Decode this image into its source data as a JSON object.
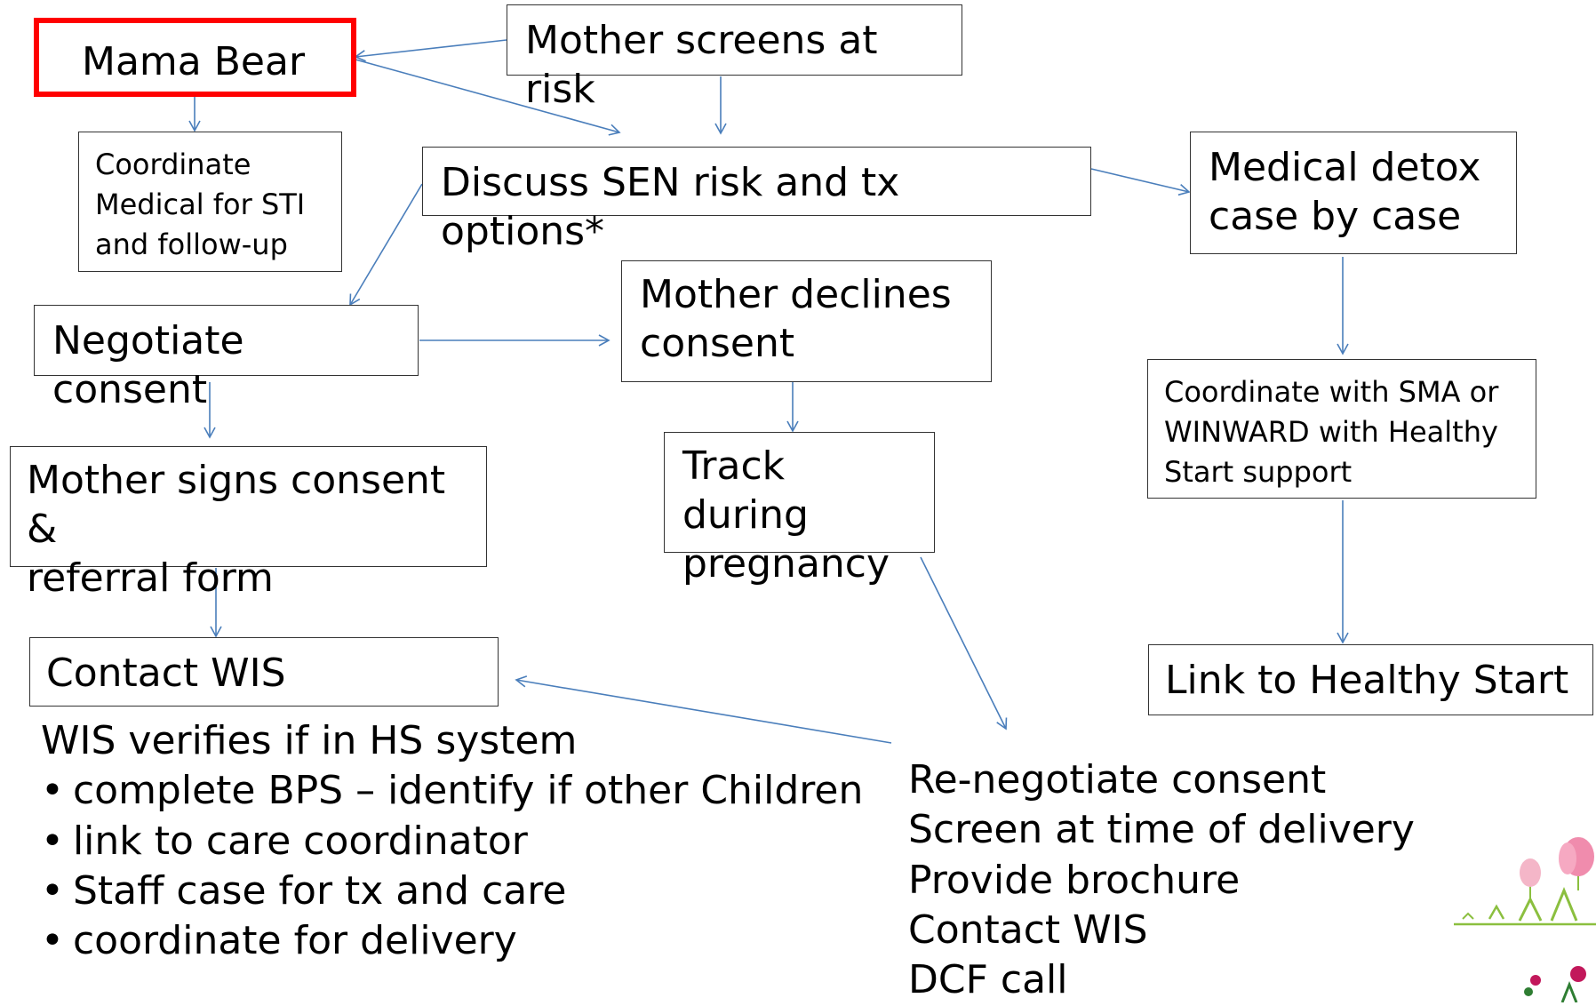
{
  "boxes": {
    "mama_bear": "Mama Bear",
    "screens_at_risk": "Mother screens at risk",
    "coordinate_medical": [
      "Coordinate",
      "Medical for STI",
      "and follow-up"
    ],
    "discuss_sen": "Discuss SEN risk and tx options*",
    "medical_detox": [
      "Medical detox",
      "case by case"
    ],
    "negotiate_consent": "Negotiate consent",
    "mother_declines": [
      "Mother declines",
      "consent"
    ],
    "coordinate_sma": [
      "Coordinate with SMA or",
      "WINWARD with Healthy",
      "Start support"
    ],
    "signs_consent": [
      "Mother signs consent &",
      "referral form"
    ],
    "track_pregnancy": [
      "Track during",
      "pregnancy"
    ],
    "contact_wis": "Contact WIS",
    "link_healthy_start": "Link to Healthy Start"
  },
  "wis_notes": {
    "heading": "WIS verifies if in HS system",
    "items": [
      "complete BPS – identify if other Children",
      "link to care coordinator",
      "Staff case for tx and care",
      "coordinate for delivery"
    ]
  },
  "renegotiate": [
    "Re-negotiate consent",
    "Screen at time of delivery",
    "Provide brochure",
    "Contact WIS",
    "DCF call"
  ],
  "colors": {
    "arrow": "#4a7ebb",
    "highlight": "#ff0000",
    "border": "#333333"
  }
}
